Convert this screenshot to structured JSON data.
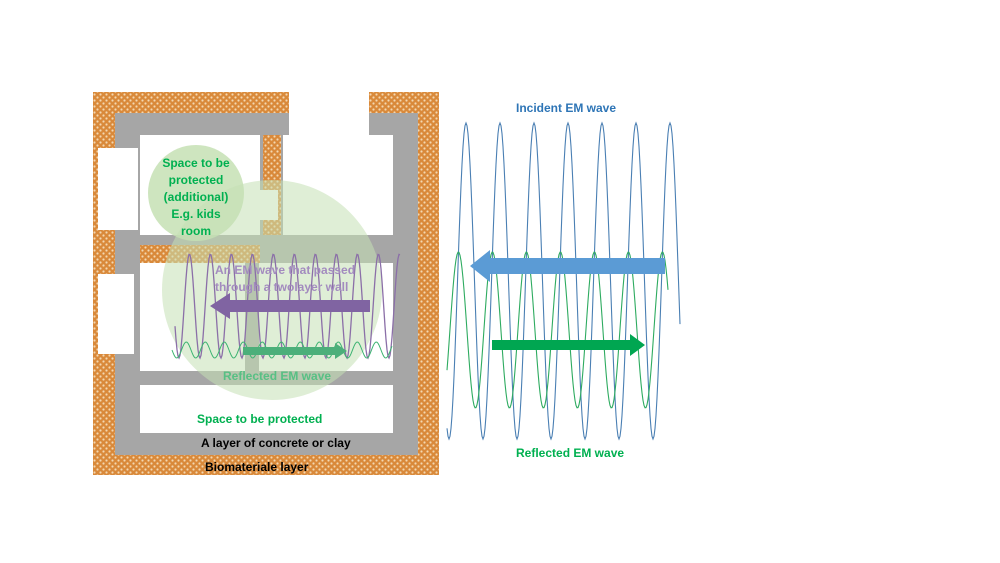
{
  "labels": {
    "incident_wave": "Incident EM wave",
    "reflected_wave_right": "Reflected EM wave",
    "kids_room": [
      "Space to be",
      "protected",
      "(additional)",
      "E.g. kids",
      "room"
    ],
    "passed_wave": [
      "An EM wave that passed",
      "through a  twolayer wall"
    ],
    "reflected_wave_inside": "Reflected EM wave",
    "space_protected": "Space to be protected",
    "concrete_layer": "A layer of concrete or clay",
    "biomaterial_layer": "Biomateriale layer"
  },
  "colors": {
    "biomaterial": "#d98a3a",
    "concrete": "#a6a6a6",
    "incident": "#2e75b6",
    "incident_arrow": "#5b9bd5",
    "reflected": "#00a651",
    "passed": "#7f5fa0",
    "green_circle": "#c5e0b4",
    "label_green": "#00b050",
    "label_blue": "#2e75b6"
  }
}
